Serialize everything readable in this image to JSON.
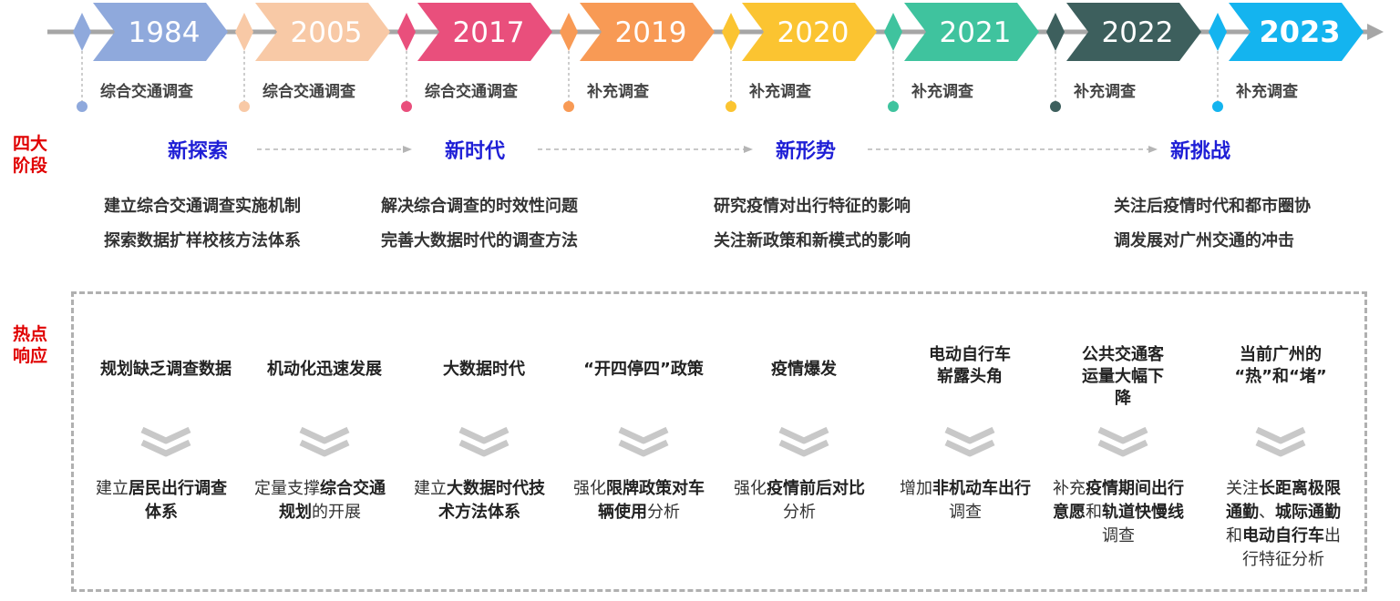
{
  "timeline": [
    {
      "year": "1984",
      "label": "综合交通调查",
      "color": "#8fa9dc"
    },
    {
      "year": "2005",
      "label": "综合交通调查",
      "color": "#f8c9a6"
    },
    {
      "year": "2017",
      "label": "综合交通调查",
      "color": "#e94f7c"
    },
    {
      "year": "2019",
      "label": "补充调查",
      "color": "#f89a55"
    },
    {
      "year": "2020",
      "label": "补充调查",
      "color": "#fbc431"
    },
    {
      "year": "2021",
      "label": "补充调查",
      "color": "#3fc39e"
    },
    {
      "year": "2022",
      "label": "补充调查",
      "color": "#3d5f5d"
    },
    {
      "year": "2023",
      "label": "补充调查",
      "color": "#14b4ef"
    }
  ],
  "phases_label": "四大阶段",
  "phases": [
    {
      "title": "新探索",
      "lines": [
        "建立综合交通调查实施机制",
        "探索数据扩样校核方法体系"
      ]
    },
    {
      "title": "新时代",
      "lines": [
        "解决综合调查的时效性问题",
        "完善大数据时代的调查方法"
      ]
    },
    {
      "title": "新形势",
      "lines": [
        "研究疫情对出行特征的影响",
        "关注新政策和新模式的影响"
      ]
    },
    {
      "title": "新挑战",
      "lines": [
        "关注后疫情时代和都市圈协",
        "调发展对广州交通的冲击"
      ]
    }
  ],
  "hot_label": "热点响应",
  "hotspots": [
    {
      "title": "规划缺乏调查数据",
      "desc": [
        [
          "建立",
          false
        ],
        [
          "居民出行调查体系",
          true
        ]
      ]
    },
    {
      "title": "机动化迅速发展",
      "desc": [
        [
          "定量支撑",
          false
        ],
        [
          "综合交通规划",
          true
        ],
        [
          "的开展",
          false
        ]
      ]
    },
    {
      "title": "大数据时代",
      "desc": [
        [
          "建立",
          false
        ],
        [
          "大数据时代技术方法体系",
          true
        ]
      ]
    },
    {
      "title": "“开四停四”政策",
      "desc": [
        [
          "强化",
          false
        ],
        [
          "限牌政策对车辆使用",
          true
        ],
        [
          "分析",
          false
        ]
      ]
    },
    {
      "title": "疫情爆发",
      "desc": [
        [
          "强化",
          false
        ],
        [
          "疫情前后对比",
          true
        ],
        [
          "分析",
          false
        ]
      ]
    },
    {
      "title": "电动自行车崭露头角",
      "desc": [
        [
          "增加",
          false
        ],
        [
          "非机动车出行",
          true
        ],
        [
          "调查",
          false
        ]
      ]
    },
    {
      "title": "公共交通客运量大幅下降",
      "desc": [
        [
          "补充",
          false
        ],
        [
          "疫情期间出行意愿",
          true
        ],
        [
          "和",
          false
        ],
        [
          "轨道快慢线",
          true
        ],
        [
          "调查",
          false
        ]
      ]
    },
    {
      "title": "当前广州的“热”和“堵”",
      "desc": [
        [
          "关注",
          false
        ],
        [
          "长距离极限通勤",
          true
        ],
        [
          "、",
          false
        ],
        [
          "城际通勤",
          true
        ],
        [
          "和",
          false
        ],
        [
          "电动自行车",
          true
        ],
        [
          "出行特征分析",
          false
        ]
      ]
    }
  ]
}
